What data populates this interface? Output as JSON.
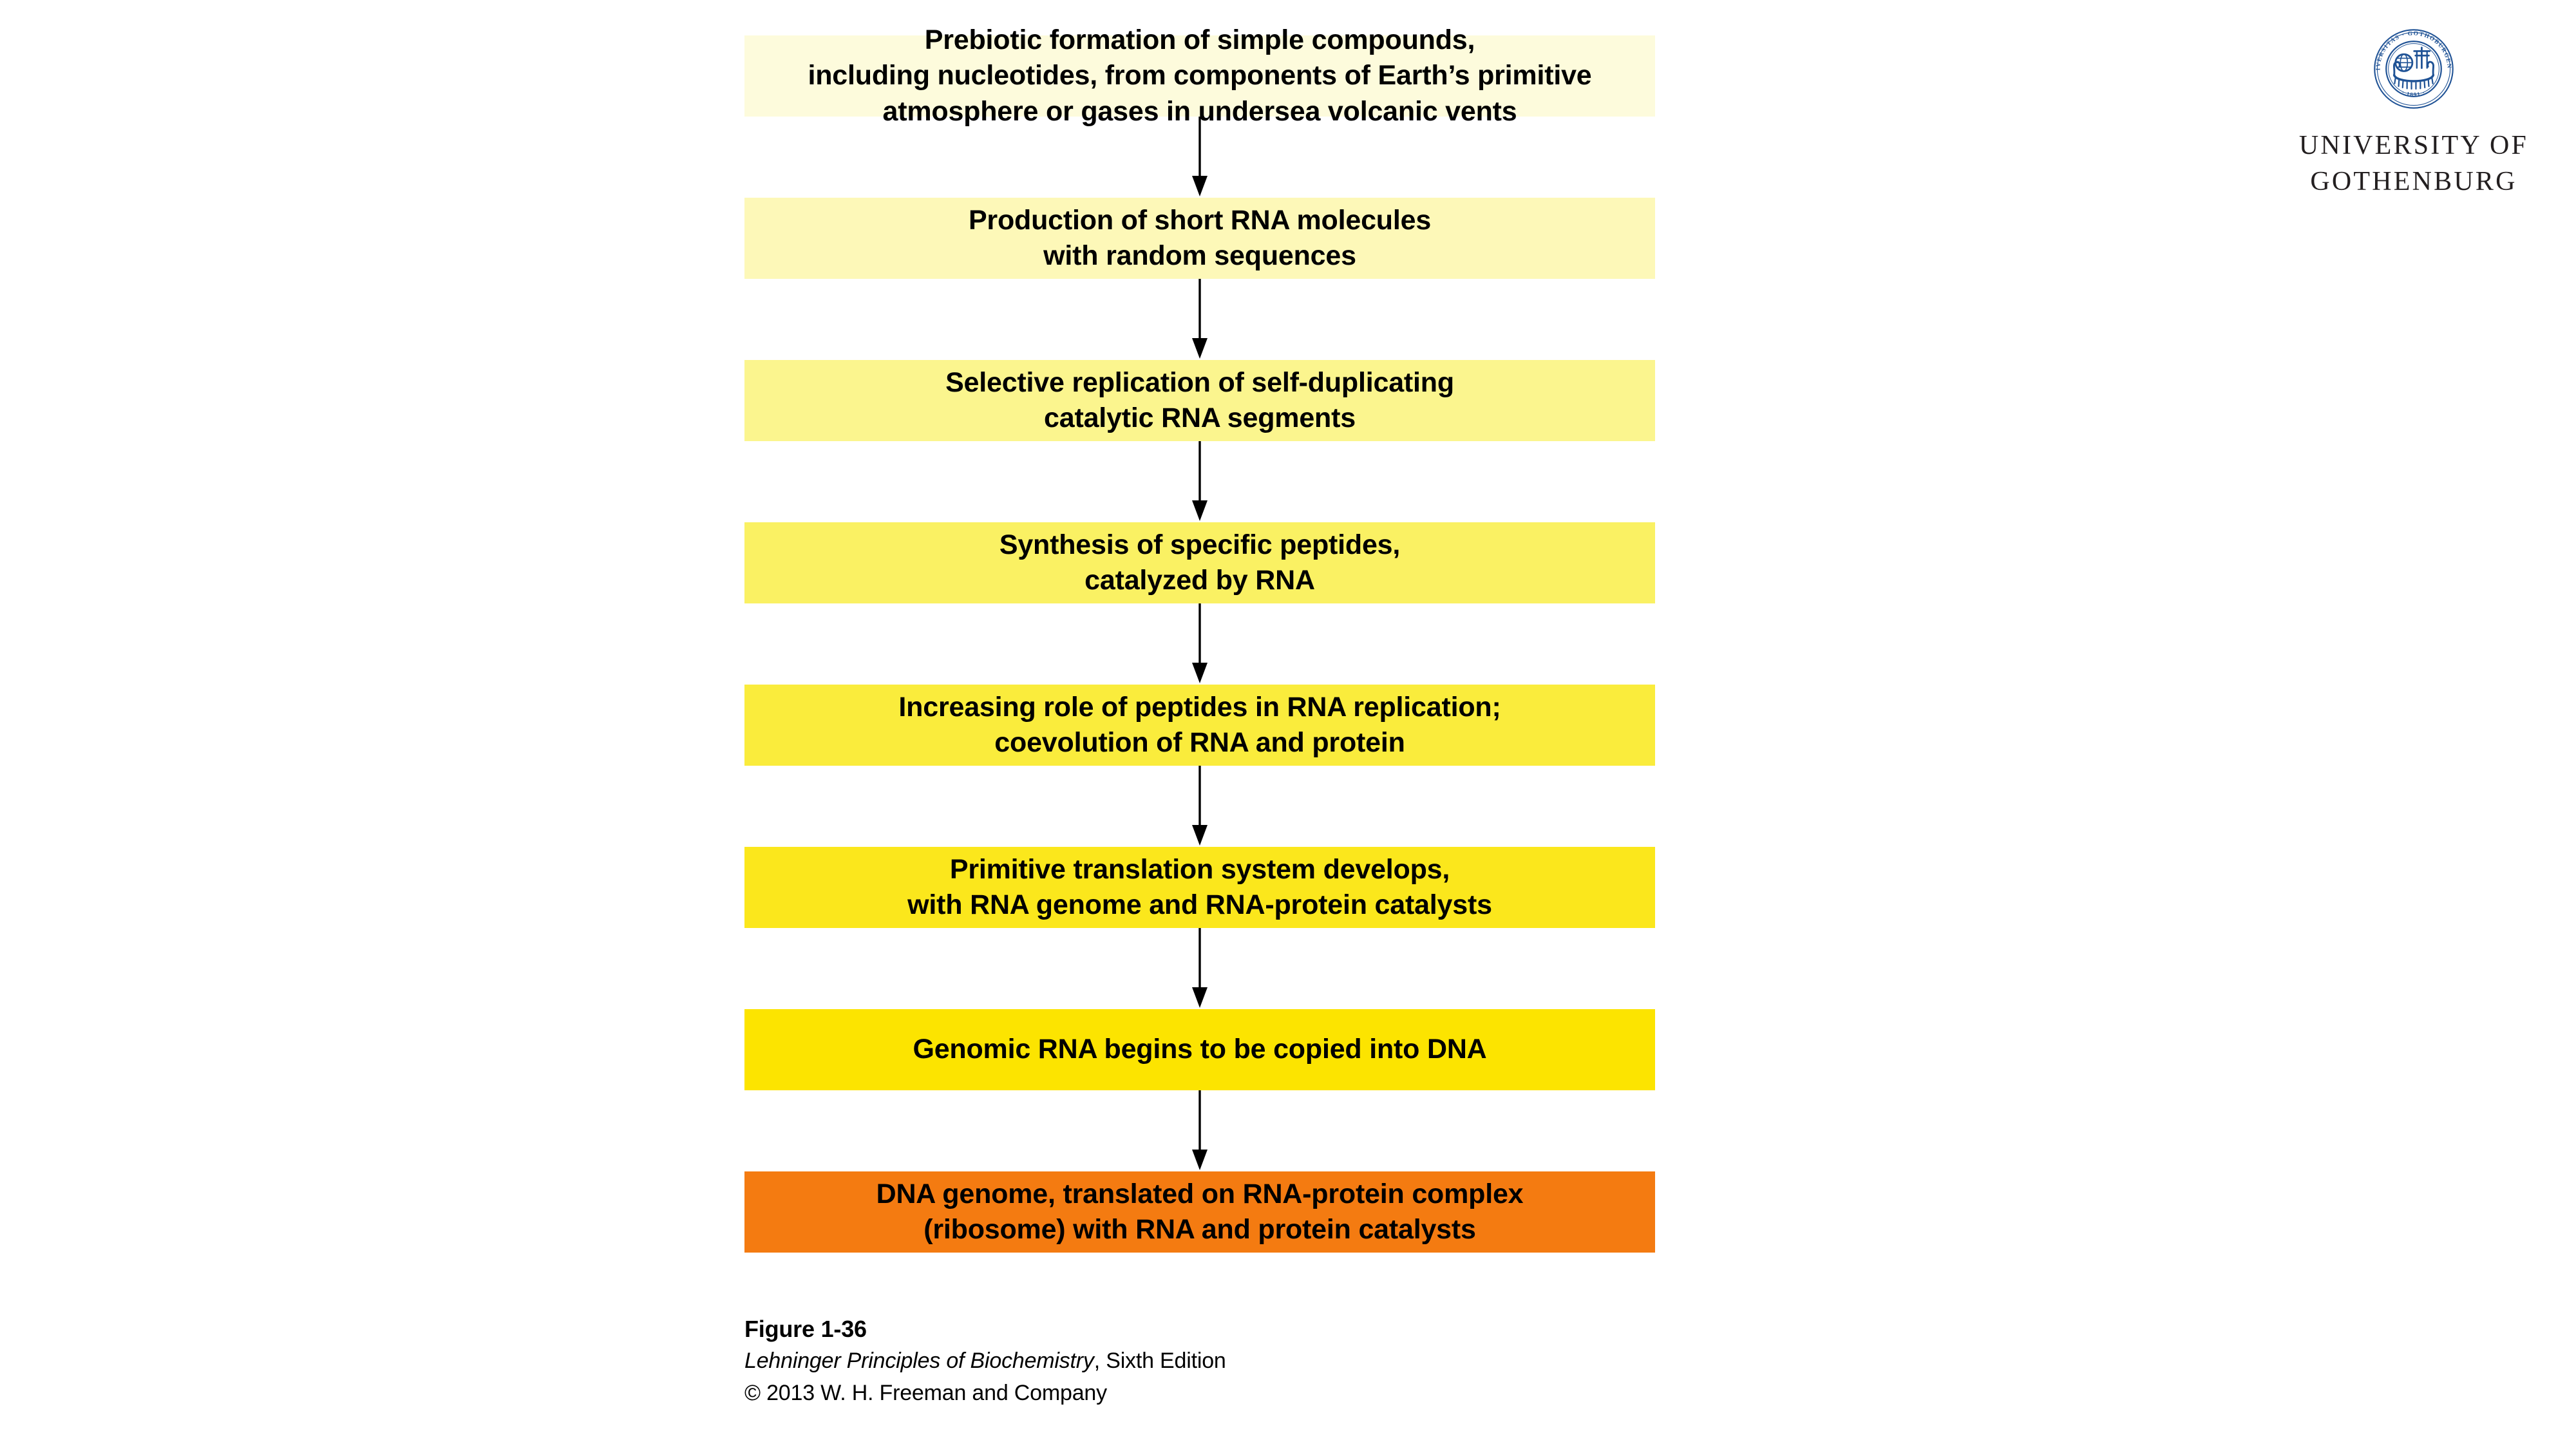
{
  "brand": {
    "seal_ring_top_text": "UNIVERSITAS · GOTHOBURGENSIS",
    "seal_year": "1891",
    "wordmark_line1": "UNIVERSITY OF",
    "wordmark_line2": "GOTHENBURG",
    "seal_color": "#1F5295",
    "wordmark_color": "#231F20"
  },
  "figure": {
    "arrow_color": "#000000",
    "steps": [
      {
        "id": "prebiotic-formation",
        "fill": "#FDFBDC",
        "lines": [
          "Prebiotic formation of simple compounds,",
          "including nucleotides, from components of Earth’s primitive",
          "atmosphere or gases in undersea volcanic vents"
        ]
      },
      {
        "id": "short-rna-production",
        "fill": "#FDF8B8",
        "lines": [
          "Production of short RNA molecules",
          "with random sequences"
        ]
      },
      {
        "id": "selective-replication",
        "fill": "#FBF58E",
        "lines": [
          "Selective replication of self-duplicating",
          "catalytic RNA segments"
        ]
      },
      {
        "id": "peptide-synthesis",
        "fill": "#FAF163",
        "lines": [
          "Synthesis of specific peptides,",
          "catalyzed by RNA"
        ]
      },
      {
        "id": "peptide-rna-coevolution",
        "fill": "#FAEC3C",
        "lines": [
          "Increasing role of peptides in RNA replication;",
          "coevolution of RNA and protein"
        ]
      },
      {
        "id": "primitive-translation",
        "fill": "#FBE71C",
        "lines": [
          "Primitive translation system develops,",
          "with RNA genome and RNA-protein catalysts"
        ]
      },
      {
        "id": "rna-to-dna-copying",
        "fill": "#FCE400",
        "lines": [
          "Genomic RNA begins to be copied into DNA"
        ]
      },
      {
        "id": "dna-genome-ribosome",
        "fill": "#F47B11",
        "lines": [
          "DNA genome, translated on RNA-protein complex",
          "(ribosome) with RNA and protein catalysts"
        ]
      }
    ]
  },
  "caption": {
    "title": "Figure 1-36",
    "source_italic": "Lehninger Principles of Biochemistry",
    "source_rest": ", Sixth Edition",
    "copyright": "© 2013 W. H. Freeman and Company"
  }
}
